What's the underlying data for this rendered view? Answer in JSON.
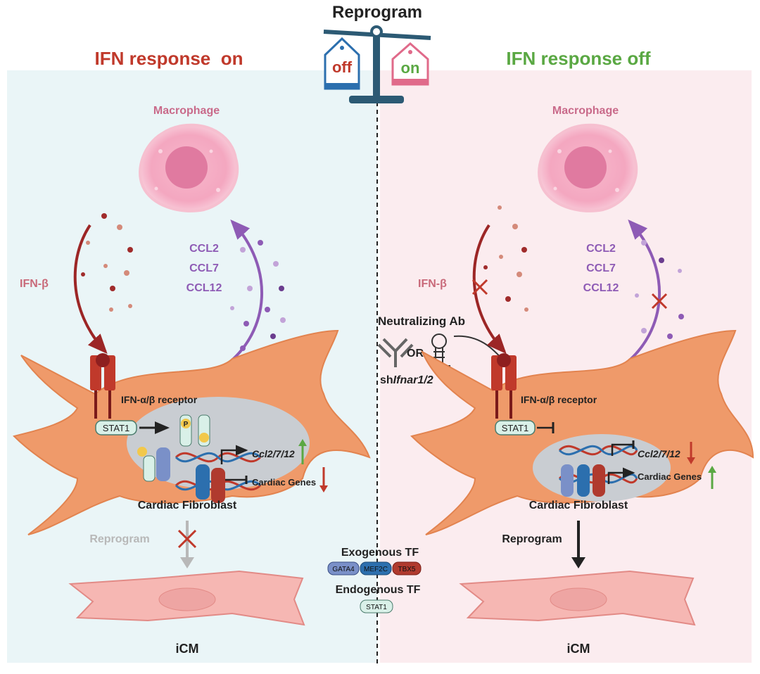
{
  "header": {
    "title": "Reprogram",
    "scale_left": "off",
    "scale_right": "on"
  },
  "left_panel": {
    "heading": "IFN response  on",
    "macrophage": "Macrophage",
    "cytokine": "IFN-β",
    "chemokines": [
      "CCL2",
      "CCL7",
      "CCL12"
    ],
    "receptor": "IFN-α/β receptor",
    "stat1": "STAT1",
    "phospho": "P",
    "gene_ccl": "Ccl2/7/12",
    "gene_cardiac": "Cardiac Genes",
    "tf": [
      "GATA4",
      "MEF2C",
      "TBX5"
    ],
    "cell": "Cardiac Fibroblast",
    "reprogram": "Reprogram",
    "icm": "iCM"
  },
  "right_panel": {
    "heading": "IFN response off",
    "macrophage": "Macrophage",
    "cytokine": "IFN-β",
    "chemokines": [
      "CCL2",
      "CCL7",
      "CCL12"
    ],
    "receptor": "IFN-α/β receptor",
    "stat1": "STAT1",
    "gene_ccl": "Ccl2/7/12",
    "gene_cardiac": "Cardiac Genes",
    "tf": [
      "GATA4",
      "MEF2C",
      "TBX5"
    ],
    "cell": "Cardiac Fibroblast",
    "reprogram": "Reprogram",
    "icm": "iCM"
  },
  "intervention": {
    "antibody": "Neutralizing Ab",
    "or": "OR",
    "sh_prefix": "sh",
    "sh_gene": "Ifnar1/2"
  },
  "legend": {
    "exogenous": "Exogenous TF",
    "exo_tfs": [
      "GATA4",
      "MEF2C",
      "TBX5"
    ],
    "endogenous": "Endogenous TF",
    "endo_tf": "STAT1"
  },
  "colors": {
    "on_red": "#c0392b",
    "off_green": "#5aa843",
    "left_bg": "#eaf5f7",
    "right_bg": "#fbecef",
    "fibroblast": "#ef9a6a",
    "nucleus": "#c9cdd2",
    "macrophage": "#f4a7c0",
    "chemokine": "#8e5bb5",
    "ifn": "#a02b2b",
    "gata4": "#7a90c8",
    "mef2c": "#2c6fae",
    "tbx5": "#b03a2e",
    "stat1": "#d9f0e8"
  }
}
